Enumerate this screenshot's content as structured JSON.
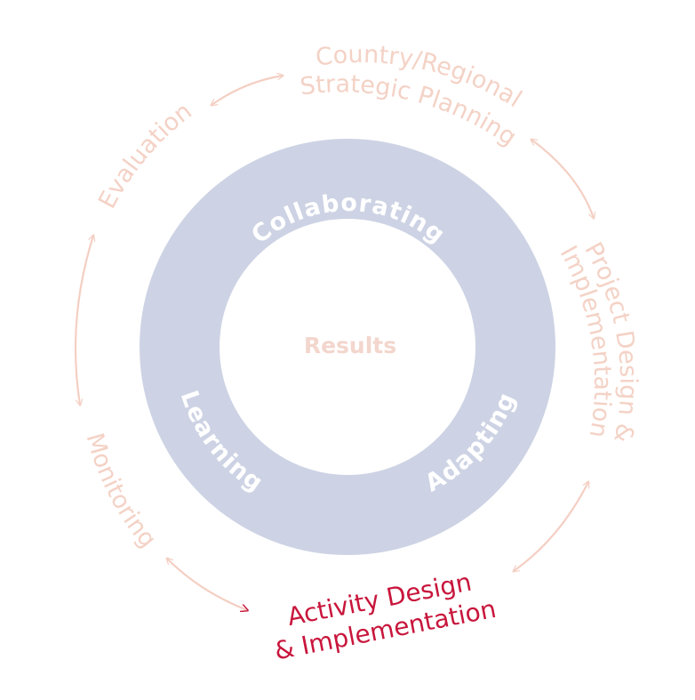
{
  "center": {
    "label": "Results"
  },
  "ring": {
    "color": "#cdd3e4",
    "labels": {
      "collaborating": "Collaborating",
      "learning": "Learning",
      "adapting": "Adapting"
    }
  },
  "cycle": {
    "inactive_color": "#f4d2c6",
    "active_color": "#c8163c",
    "stages": {
      "strategic_planning": {
        "line1": "Country/Regional",
        "line2": "Strategic Planning"
      },
      "project_design": {
        "line1": "Project Design &",
        "line2": "Implementation"
      },
      "activity_design": {
        "line1": "Activity Design",
        "line2": "& Implementation",
        "active": true
      },
      "monitoring": {
        "label": "Monitoring"
      },
      "evaluation": {
        "label": "Evaluation"
      }
    }
  }
}
